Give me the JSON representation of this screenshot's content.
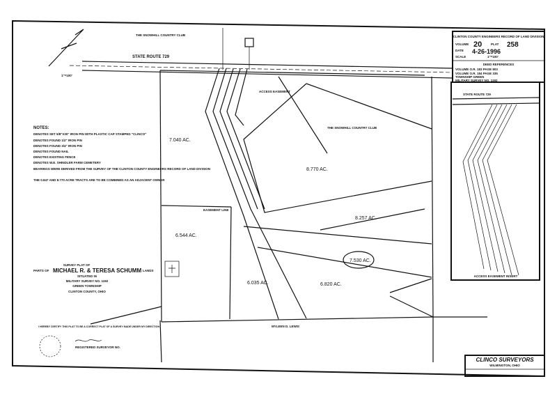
{
  "road": {
    "name": "STATE ROUTE 729"
  },
  "scale_note": "1\"=100'",
  "title_block": {
    "header": "CLINTON COUNTY ENGINEERS RECORD OF LAND DIVISION",
    "volume_label": "VOLUME",
    "volume": "20",
    "plat_label": "PLAT",
    "plat": "258",
    "date_label": "DATE",
    "date": "4-26-1996",
    "scale_label": "SCALE",
    "scale": "1\"=100'",
    "deed_header": "DEED REFERENCES",
    "deed_1": "VOLUME O.R. 183   PAGE 803",
    "deed_2": "VOLUME O.R. 184   PAGE 335",
    "township": "TOWNSHIP   GREEN",
    "military_survey": "MILITARY SURVEY NO. 1192"
  },
  "notes": {
    "title": "NOTES:",
    "items": [
      "DENOTES SET 5/8\"X30\" IRON PIN WITH PLASTIC CAP STAMPED \"CLINCO\"",
      "DENOTES FOUND 1/2\" IRON PIN",
      "DENOTES FOUND 3/4\" IRON PIN",
      "DENOTES FOUND NAIL",
      "DENOTES EXISTING FENCE",
      "DENOTES W.E. SHINDLER FARM CEMETERY",
      "BEARINGS WERE DERIVED FROM THE SURVEY OF THE CLINTON COUNTY ENGINEERS RECORD OF LAND DIVISION",
      "THE 0.847 AND 8.770 ACRE TRACTS ARE TO BE COMBINED AS AN ADJACENT OWNER"
    ]
  },
  "parcels": {
    "a1": "7.040 AC.",
    "a2": "8.770 AC.",
    "a3": "8.257 AC.",
    "a4": "6.544 AC.",
    "a5": "6.035 AC.",
    "a6": "6.820 AC.",
    "a7": "7.530 AC."
  },
  "labels": {
    "country_club_north": "THE SNOWHILL COUNTRY CLUB",
    "country_club_east": "THE SNOWHILL COUNTRY CLUB",
    "easement": "ACCESS EASEMENT",
    "easement_line": "EASEMENT LINE",
    "south_owner": "MYLEEN D. LEWIS",
    "inset_road": "STATE ROUTE 729",
    "inset_caption": "ACCESS EASEMENT INSERT"
  },
  "survey_title": {
    "line1": "SURVEY PLAT OF",
    "line2_prefix": "PARTS OF",
    "owners": "MICHAEL R. & TERESA SCHUMM",
    "line2_suffix": "LANDS",
    "line3": "SITUATED IN",
    "line4": "MILITARY SURVEY NO. 1192",
    "line5": "GREEN TOWNSHIP",
    "line6": "CLINTON COUNTY, OHIO"
  },
  "certification": "I HEREBY CERTIFY THIS PLAT TO BE A CORRECT PLAT OF A SURVEY MADE UNDER MY DIRECTION",
  "surveyor_title": "REGISTERED SURVEYOR NO.",
  "firm": {
    "name": "CLINCO SURVEYORS",
    "address": "WILMINGTON, OHIO"
  }
}
